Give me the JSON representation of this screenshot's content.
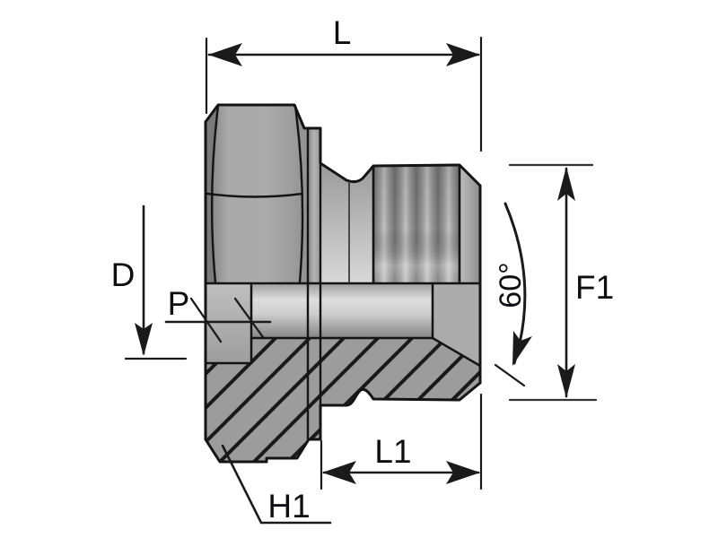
{
  "figure": {
    "type": "technical-drawing-half-section",
    "labels": {
      "overall_length": "L",
      "diameter": "D",
      "port": "P",
      "hex": "H1",
      "thread_length": "L1",
      "thread_diameter": "F1",
      "seat_angle": "60°"
    },
    "colors": {
      "line": "#1a1a1a",
      "body": "#a8a8a8",
      "body_dark": "#787878",
      "section_fill": "#9c9c9c",
      "background": "#ffffff"
    }
  }
}
